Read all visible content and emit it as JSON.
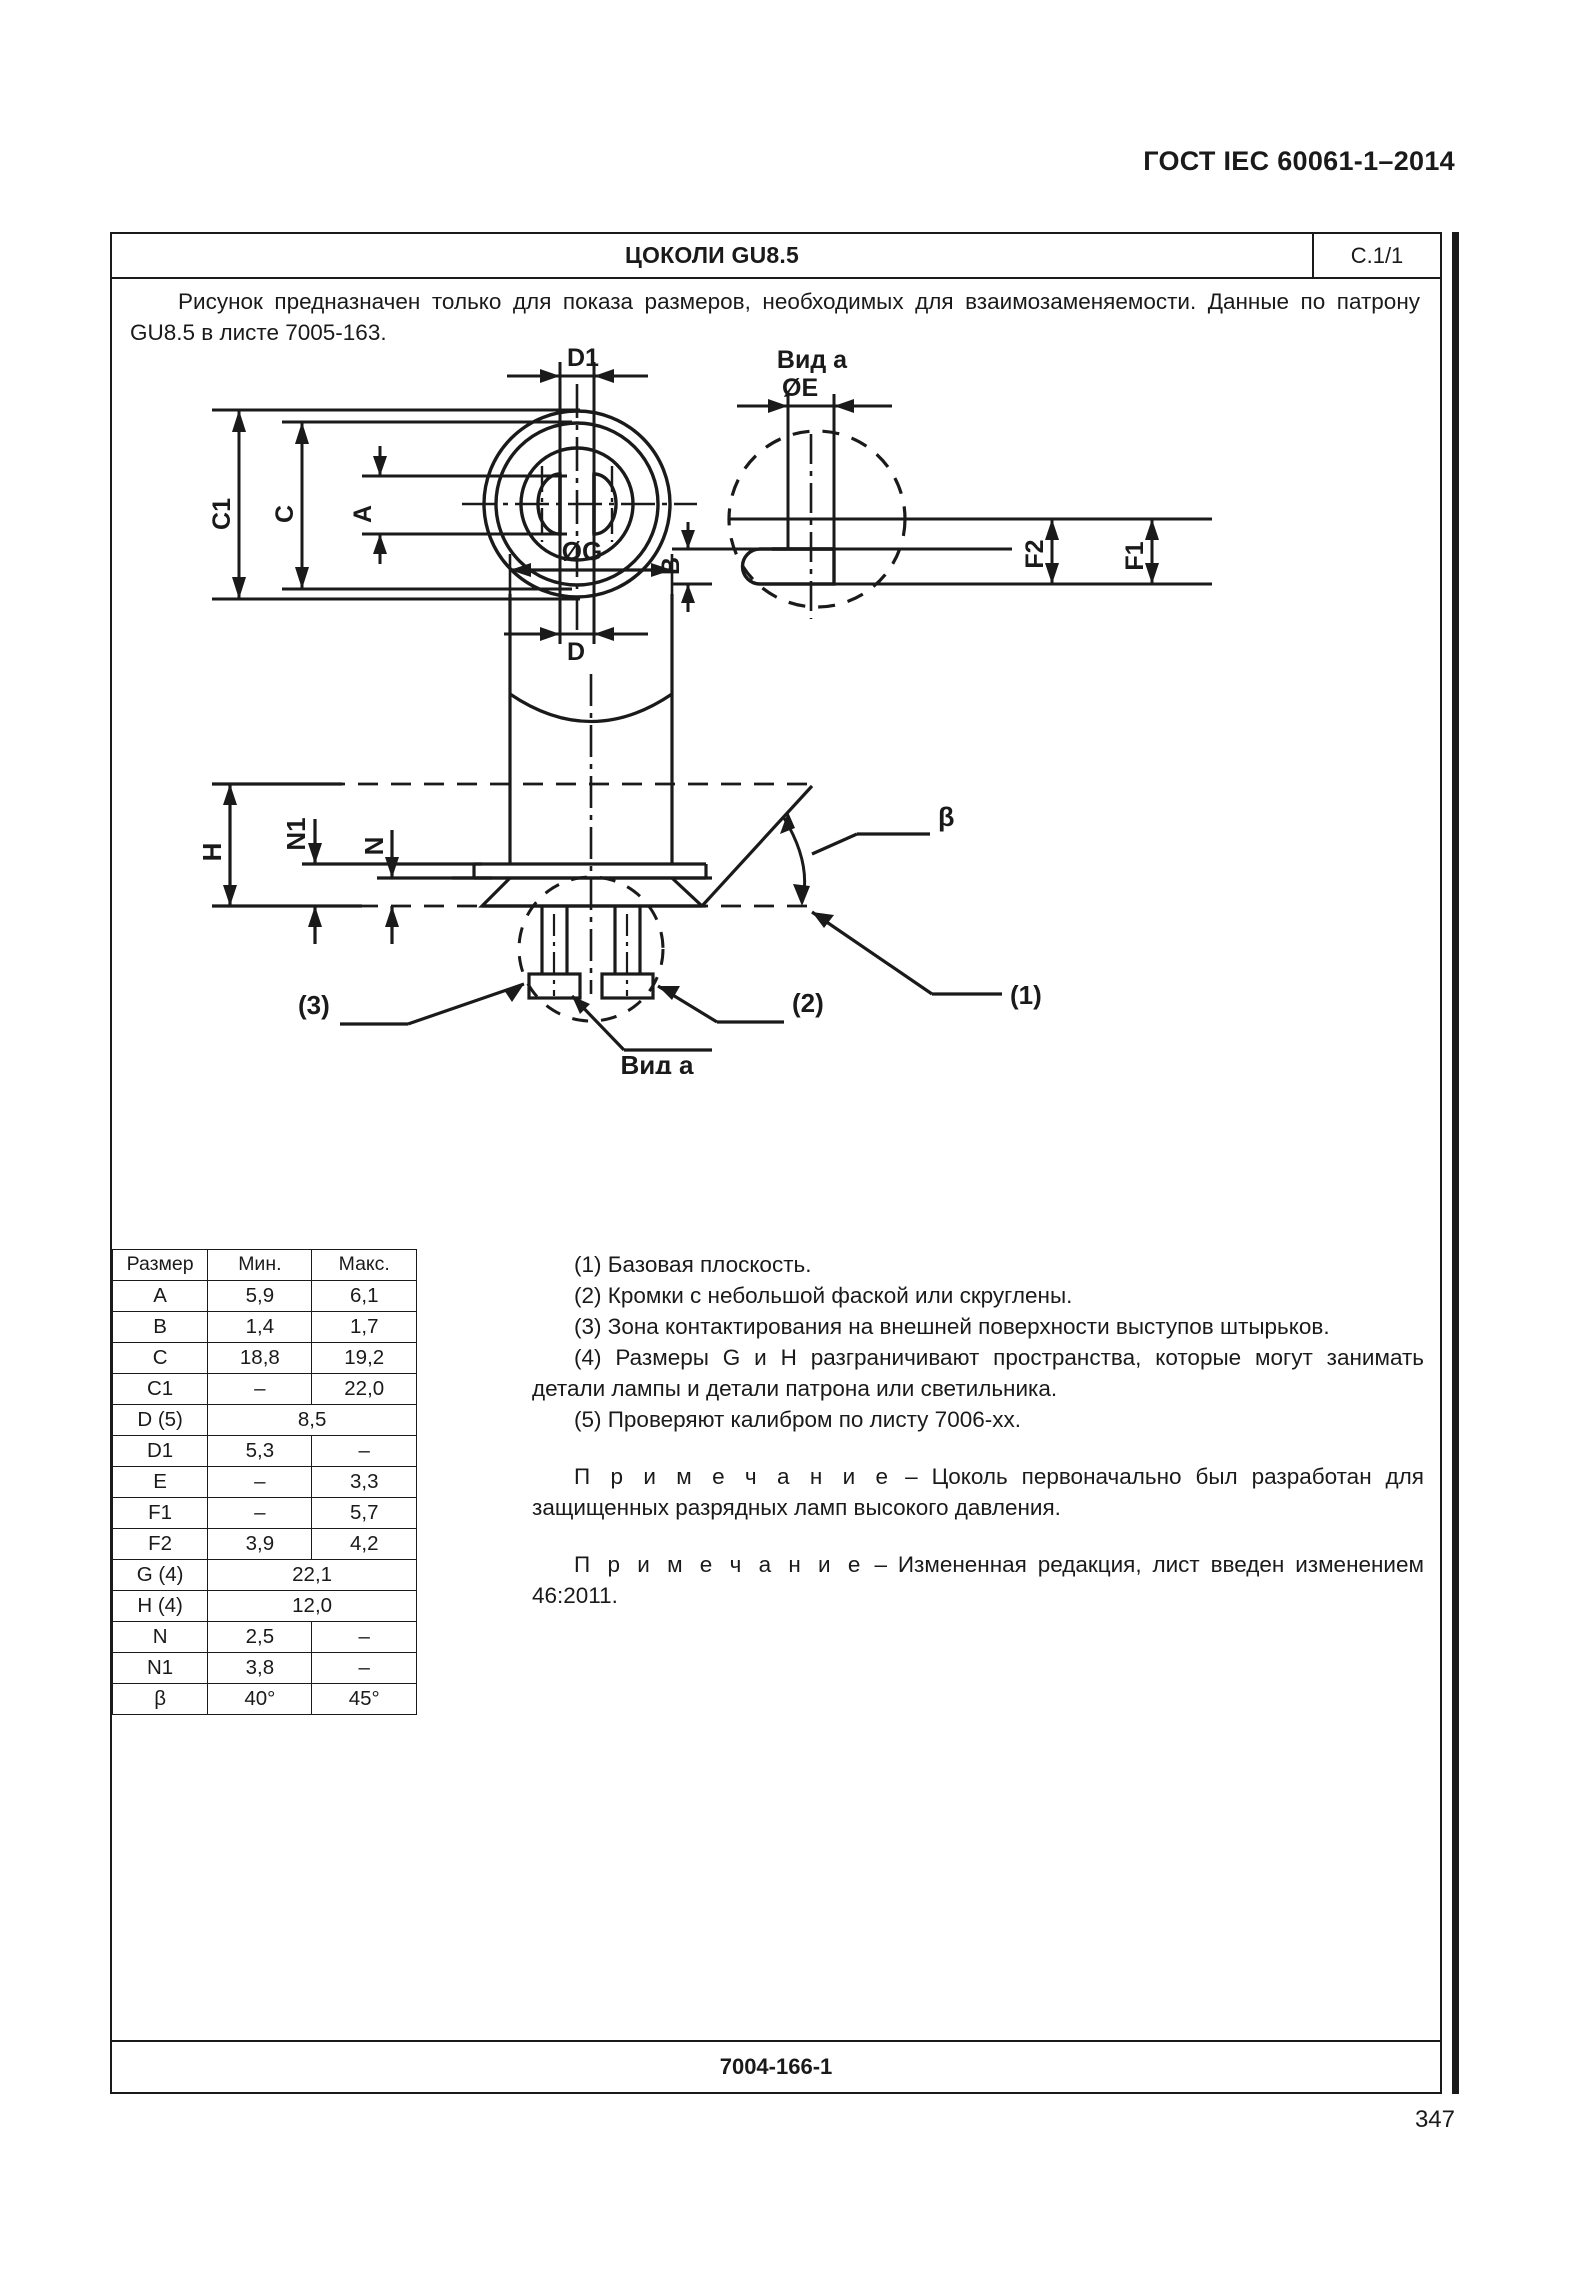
{
  "header": {
    "standard": "ГОСТ IEC 60061-1–2014"
  },
  "sheet": {
    "title": "ЦОКОЛИ GU8.5",
    "sheet_no": "С.1/1",
    "footer_code": "7004-166-1",
    "page_number": "347"
  },
  "intro": "Рисунок предназначен только для показа размеров, необходимых для взаимозаменяемости. Данные по патрону GU8.5 в листе 7005-163.",
  "drawing": {
    "view_a_label": "Вид a",
    "view_a_label_2": "Вид a",
    "labels": {
      "d1": "D1",
      "d": "D",
      "c": "C",
      "c1": "C1",
      "a": "A",
      "e": "ØE",
      "b": "B",
      "f1": "F1",
      "f2": "F2",
      "g": "ØG",
      "h": "H",
      "n": "N",
      "n1": "N1",
      "beta": "β",
      "ref1": "(1)",
      "ref2": "(2)",
      "ref3": "(3)"
    }
  },
  "table": {
    "headers": [
      "Размер",
      "Мин.",
      "Макс."
    ],
    "rows": [
      {
        "name": "A",
        "min": "5,9",
        "max": "6,1",
        "span": false
      },
      {
        "name": "B",
        "min": "1,4",
        "max": "1,7",
        "span": false
      },
      {
        "name": "C",
        "min": "18,8",
        "max": "19,2",
        "span": false
      },
      {
        "name": "C1",
        "min": "–",
        "max": "22,0",
        "span": false
      },
      {
        "name": "D (5)",
        "min": "8,5",
        "max": "",
        "span": true
      },
      {
        "name": "D1",
        "min": "5,3",
        "max": "–",
        "span": false
      },
      {
        "name": "E",
        "min": "–",
        "max": "3,3",
        "span": false
      },
      {
        "name": "F1",
        "min": "–",
        "max": "5,7",
        "span": false
      },
      {
        "name": "F2",
        "min": "3,9",
        "max": "4,2",
        "span": false
      },
      {
        "name": "G (4)",
        "min": "22,1",
        "max": "",
        "span": true
      },
      {
        "name": "H (4)",
        "min": "12,0",
        "max": "",
        "span": true
      },
      {
        "name": "N",
        "min": "2,5",
        "max": "–",
        "span": false
      },
      {
        "name": "N1",
        "min": "3,8",
        "max": "–",
        "span": false
      },
      {
        "name": "β",
        "min": "40°",
        "max": "45°",
        "span": false
      }
    ]
  },
  "notes": {
    "n1": "(1) Базовая плоскость.",
    "n2": "(2) Кромки с небольшой фаской или скруглены.",
    "n3": "(3) Зона контактирования на внешней поверхности выступов штырьков.",
    "n4": "(4) Размеры G и H разграничивают пространства, которые могут занимать детали лампы и детали патрона или светильника.",
    "n5": "(5) Проверяют калибром по листу 7006-хх.",
    "note_label_1": "П р и м е ч а н и е",
    "note_text_1": " – Цоколь первоначально был разработан для защищенных разрядных ламп высокого давления.",
    "note_label_2": "П р и м е ч а н и е",
    "note_text_2": " – Измененная редакция, лист введен изменением 46:2011."
  }
}
